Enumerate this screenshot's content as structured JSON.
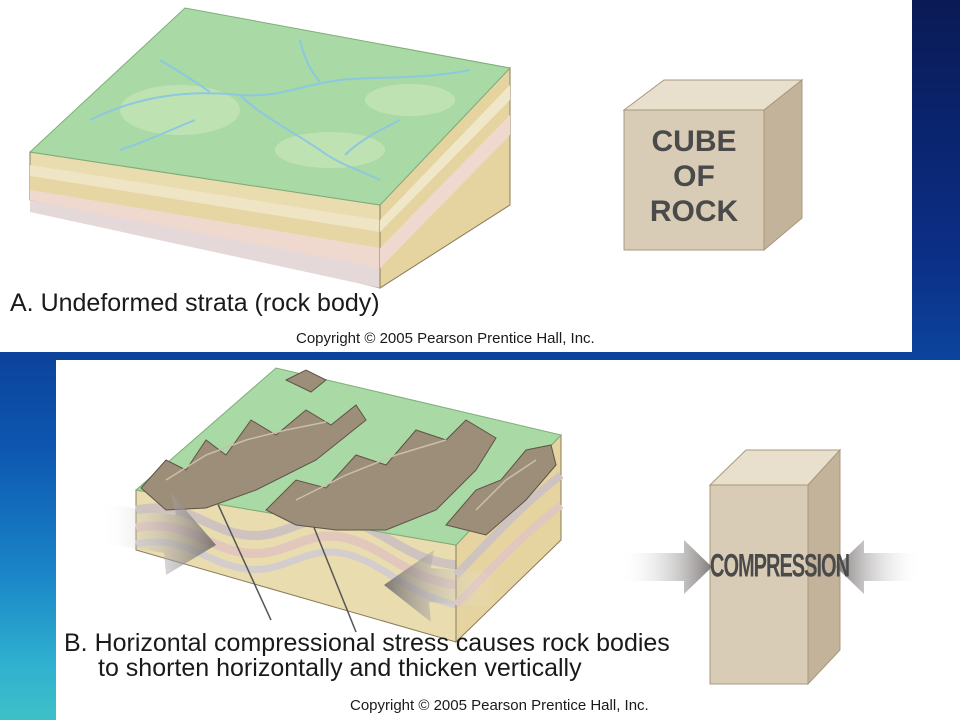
{
  "panel_a": {
    "caption": "A. Undeformed strata (rock body)",
    "copyright": "Copyright © 2005 Pearson Prentice Hall, Inc.",
    "cube_label_lines": [
      "CUBE",
      "OF",
      "ROCK"
    ]
  },
  "panel_b": {
    "caption_line1": "B. Horizontal compressional stress causes rock bodies",
    "caption_line2": "to shorten horizontally and thicken vertically",
    "copyright": "Copyright © 2005 Pearson Prentice Hall, Inc.",
    "cube_label": "COMPRESSION"
  },
  "colors": {
    "terrain_green": "#a9d9a4",
    "river_blue": "#8cc8e0",
    "strata_tan": "#e9dcae",
    "strata_pink": "#efd9cf",
    "cube_face": "#d9ccb6",
    "cube_side": "#c2b39a",
    "arrow_gray": "#6c6666"
  }
}
